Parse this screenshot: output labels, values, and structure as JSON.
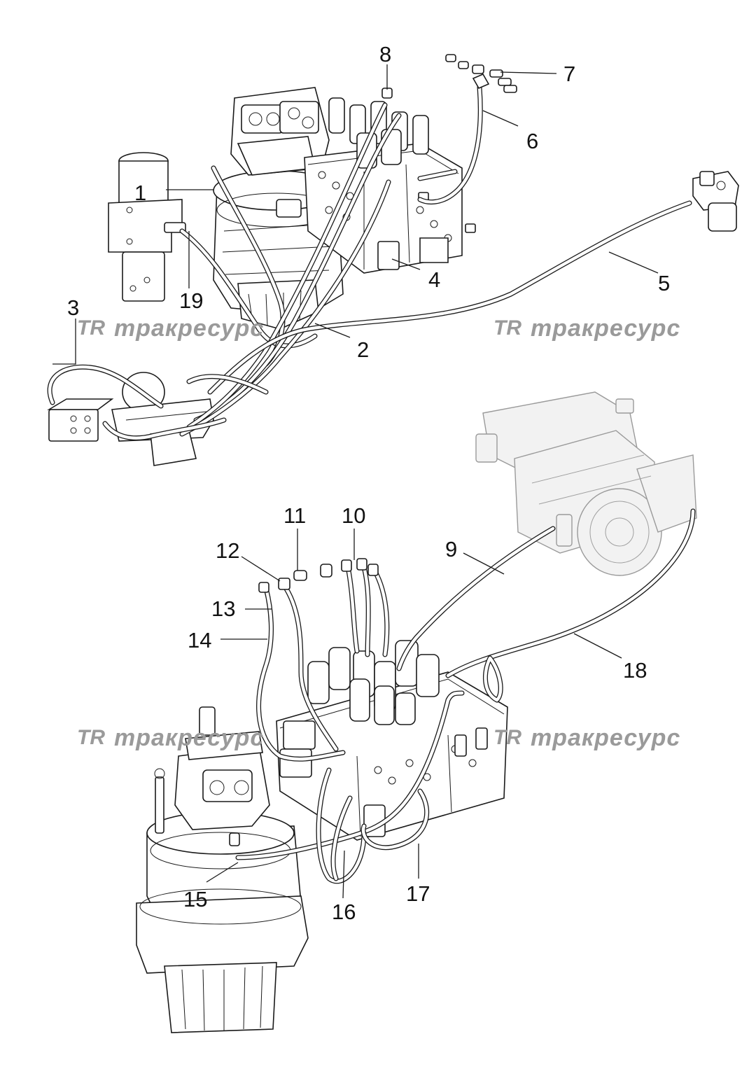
{
  "watermark": {
    "logo": "TR",
    "text": "тракресурс"
  },
  "callouts": {
    "c1": "1",
    "c2": "2",
    "c3": "3",
    "c4": "4",
    "c5": "5",
    "c6": "6",
    "c7": "7",
    "c8": "8",
    "c9": "9",
    "c10": "10",
    "c11": "11",
    "c12": "12",
    "c13": "13",
    "c14": "14",
    "c15": "15",
    "c16": "16",
    "c17": "17",
    "c18": "18",
    "c19": "19"
  },
  "colors": {
    "line": "#1a1a1a",
    "ghost_line": "#9a9a9a",
    "watermark": "#9a9a9a",
    "background": "#ffffff"
  }
}
